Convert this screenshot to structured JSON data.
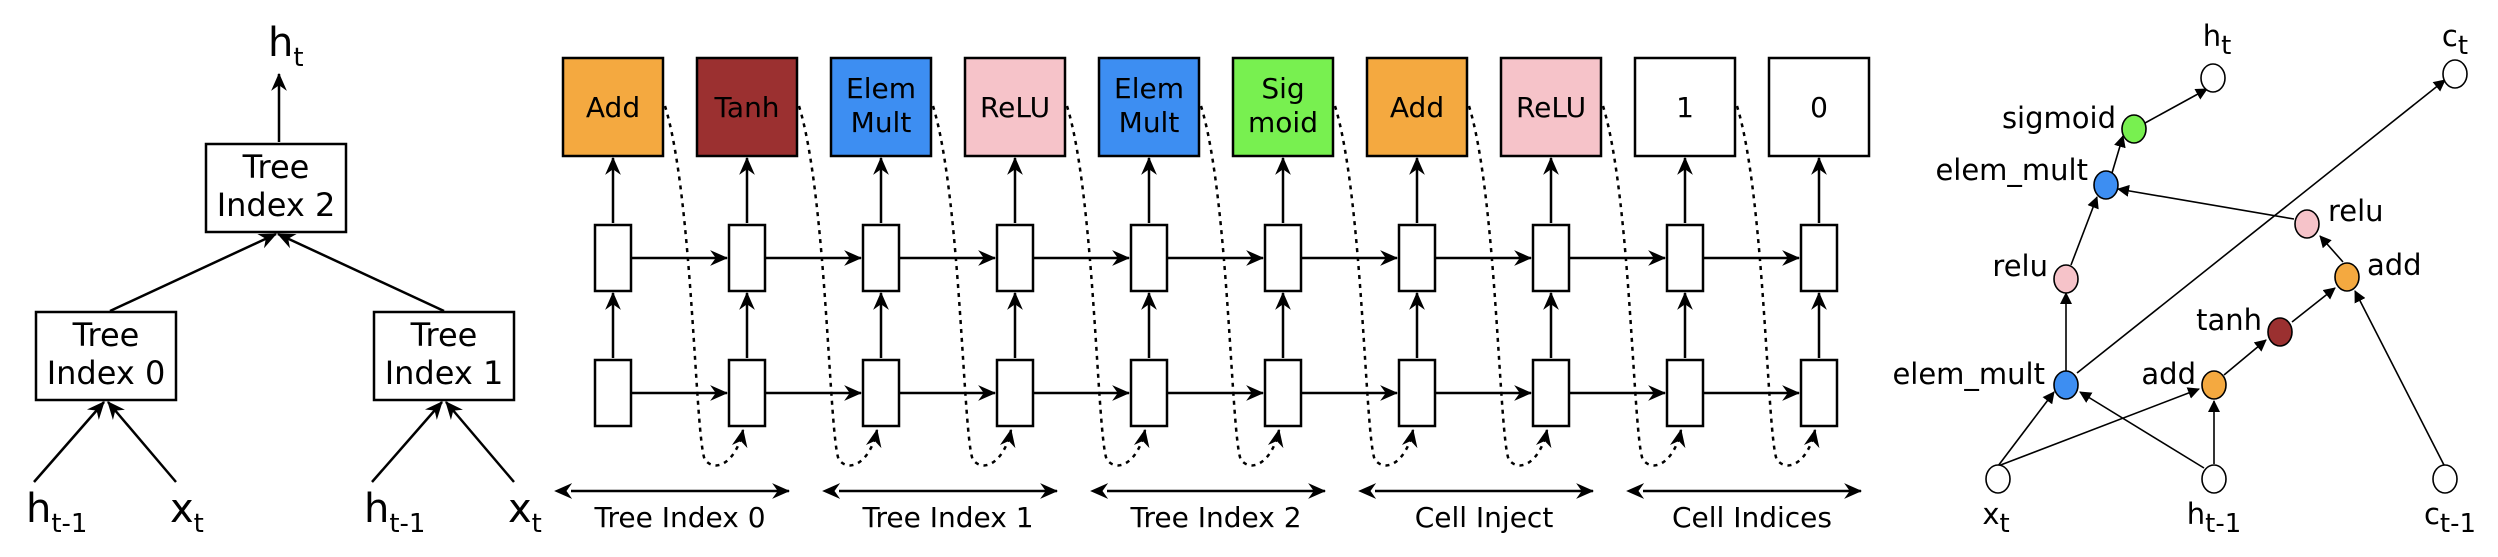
{
  "left_tree": {
    "output": {
      "base": "h",
      "sub": "t"
    },
    "root": {
      "line1": "Tree",
      "line2": "Index 2"
    },
    "child0": {
      "line1": "Tree",
      "line2": "Index 0"
    },
    "child1": {
      "line1": "Tree",
      "line2": "Index 1"
    },
    "inputs0": [
      {
        "base": "h",
        "sub": "t-1"
      },
      {
        "base": "x",
        "sub": "t"
      }
    ],
    "inputs1": [
      {
        "base": "h",
        "sub": "t-1"
      },
      {
        "base": "x",
        "sub": "t"
      }
    ]
  },
  "pipeline": {
    "ops": [
      {
        "lines": [
          "Add"
        ],
        "color": "#f4a940",
        "text_color": "#000000"
      },
      {
        "lines": [
          "Tanh"
        ],
        "color": "#9b3030",
        "text_color": "#000000"
      },
      {
        "lines": [
          "Elem",
          "Mult"
        ],
        "color": "#3d8ef2",
        "text_color": "#000000"
      },
      {
        "lines": [
          "ReLU"
        ],
        "color": "#f6c3c9",
        "text_color": "#000000"
      },
      {
        "lines": [
          "Elem",
          "Mult"
        ],
        "color": "#3d8ef2",
        "text_color": "#000000"
      },
      {
        "lines": [
          "Sig",
          "moid"
        ],
        "color": "#78f050",
        "text_color": "#000000"
      },
      {
        "lines": [
          "Add"
        ],
        "color": "#f4a940",
        "text_color": "#000000"
      },
      {
        "lines": [
          "ReLU"
        ],
        "color": "#f6c3c9",
        "text_color": "#000000"
      },
      {
        "lines": [
          "1"
        ],
        "color": "#ffffff",
        "text_color": "#000000"
      },
      {
        "lines": [
          "0"
        ],
        "color": "#ffffff",
        "text_color": "#000000"
      }
    ],
    "ranges": [
      "Tree Index 0",
      "Tree Index 1",
      "Tree Index 2",
      "Cell Inject",
      "Cell Indices"
    ]
  },
  "graph": {
    "colors": {
      "blue": "#3d8ef2",
      "green": "#78f050",
      "pink": "#f6c3c9",
      "orange": "#f4a940",
      "red": "#9b3030",
      "white": "#ffffff"
    },
    "labels": {
      "h_t": {
        "base": "h",
        "sub": "t"
      },
      "c_t": {
        "base": "c",
        "sub": "t"
      },
      "x_t": {
        "base": "x",
        "sub": "t"
      },
      "h_tm1": {
        "base": "h",
        "sub": "t-1"
      },
      "c_tm1": {
        "base": "c",
        "sub": "t-1"
      },
      "sigmoid": "sigmoid",
      "elem_mult_top": "elem_mult",
      "relu_left": "relu",
      "relu_right": "relu",
      "add_right": "add",
      "tanh": "tanh",
      "elem_mult_bottom": "elem_mult",
      "add_bottom": "add"
    }
  }
}
